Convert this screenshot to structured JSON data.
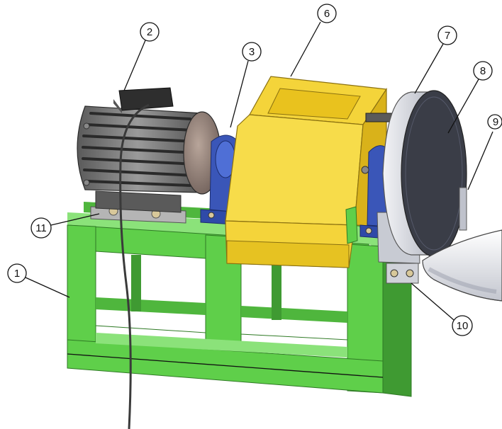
{
  "callouts": {
    "c1": "1",
    "c2": "2",
    "c3": "3",
    "c6": "6",
    "c7": "7",
    "c8": "8",
    "c9": "9",
    "c10": "10",
    "c11": "11"
  },
  "colors": {
    "frame": "#5fcf4a",
    "frame_dark": "#3f9a32",
    "frame_light": "#8be27a",
    "hopper": "#f4d43a",
    "hopper_dark": "#c9a614",
    "bearing": "#3a56b8",
    "motor": "#7a7a7a",
    "motor_dark": "#3c3c3c",
    "disk": "#d9dbe2",
    "disk_face": "#3a3d47",
    "outlet": "#e8e9ee"
  }
}
